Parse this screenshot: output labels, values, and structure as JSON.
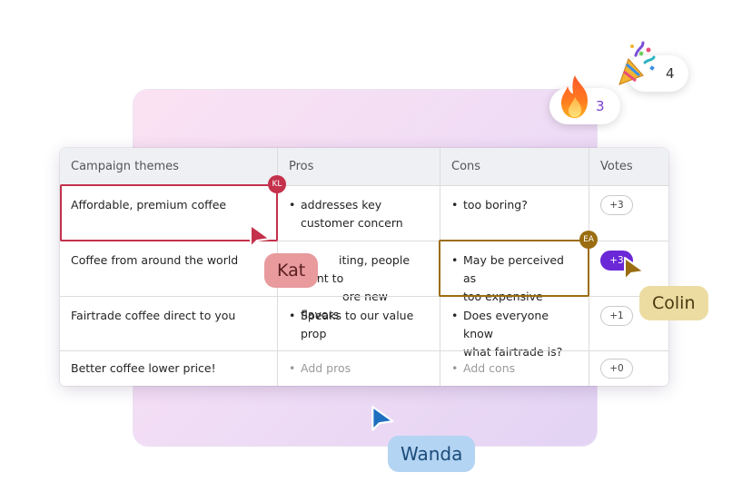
{
  "table": {
    "headers": [
      "Campaign themes",
      "Pros",
      "Cons",
      "Votes"
    ],
    "rows": [
      {
        "theme": "Affordable, premium coffee",
        "pros": [
          "addresses key",
          "customer concern"
        ],
        "cons": [
          "too boring?"
        ],
        "votes": "+3"
      },
      {
        "theme": "Coffee from around the world",
        "pros": [
          "iting, people want to",
          "ore new flavors"
        ],
        "cons": [
          "May be perceived as",
          "too expensive"
        ],
        "votes": "+3"
      },
      {
        "theme": "Fairtrade coffee direct to you",
        "pros": [
          "Speaks to our value prop"
        ],
        "cons": [
          "Does everyone know",
          "what fairtrade is?"
        ],
        "votes": "+1"
      },
      {
        "theme": "Better coffee lower price!",
        "pros_placeholder": "Add pros",
        "cons_placeholder": "Add cons",
        "votes": "+0"
      }
    ]
  },
  "bullet": "•",
  "collaborators": {
    "kat": {
      "name": "Kat",
      "initials": "KL",
      "color": "#c4314b",
      "tag_bg": "#e89a9d"
    },
    "colin": {
      "name": "Colin",
      "initials": "EA",
      "color": "#9a6d10",
      "tag_bg": "#ecdca2"
    },
    "wanda": {
      "name": "Wanda",
      "color": "#1f6fc1",
      "tag_bg": "#b3d4f2"
    }
  },
  "reactions": [
    {
      "icon": "fire-icon",
      "count": "3",
      "count_color": "#7b3fd1"
    },
    {
      "icon": "party-popper-icon",
      "count": "4",
      "count_color": "#333333"
    }
  ]
}
